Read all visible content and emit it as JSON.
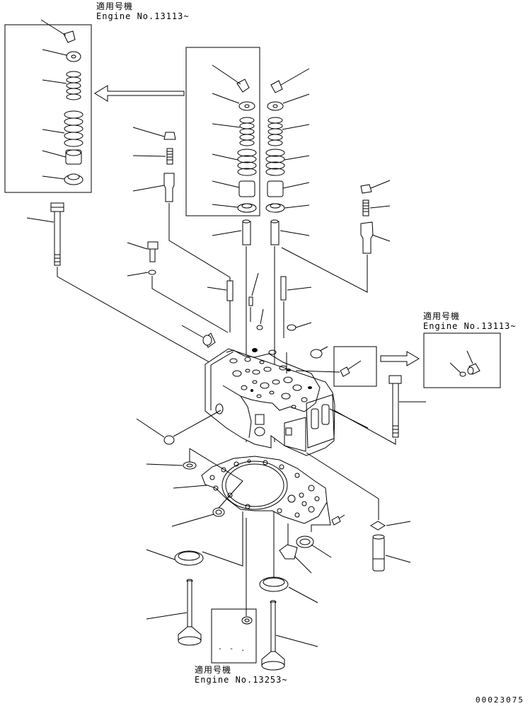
{
  "notes": [
    {
      "id": "note-top-left",
      "jp": "適用号機",
      "engine": "Engine No.13113~"
    },
    {
      "id": "note-right",
      "jp": "適用号機",
      "engine": "Engine No.13113~"
    },
    {
      "id": "note-bottom",
      "jp": "適用号機",
      "engine": "Engine No.13253~"
    }
  ],
  "inset_mark": "- - .",
  "drawing_code": "00023075"
}
